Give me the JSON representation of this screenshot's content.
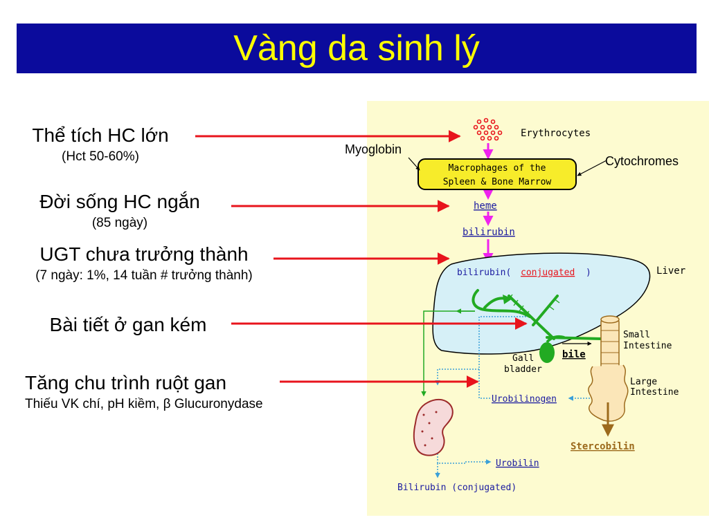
{
  "title": "Vàng da sinh lý",
  "causes": [
    {
      "main": "Thể tích HC lớn",
      "sub": "(Hct 50-60%)"
    },
    {
      "main": "Đời sống HC ngắn",
      "sub": "(85 ngày)"
    },
    {
      "main": "UGT chưa trưởng thành",
      "sub": "(7 ngày: 1%, 14 tuần # trưởng thành)"
    },
    {
      "main": "Bài tiết ở gan kém",
      "sub": ""
    },
    {
      "main": "Tăng chu trình ruột gan",
      "sub": "Thiếu VK chí, pH kiềm, β Glucuronydase"
    }
  ],
  "callouts": {
    "myoglobin": "Myoglobin",
    "cytochromes": "Cytochromes"
  },
  "diagram": {
    "erythrocytes": "Erythrocytes",
    "macrophages_line1": "Macrophages of the",
    "macrophages_line2": "Spleen & Bone Marrow",
    "heme": "heme",
    "bilirubin": "bilirubin",
    "bilirubin_conj_a": "bilirubin(",
    "bilirubin_conj_b": "conjugated",
    "bilirubin_conj_c": ")",
    "liver": "Liver",
    "small_intestine_1": "Small",
    "small_intestine_2": "Intestine",
    "large_intestine_1": "Large",
    "large_intestine_2": "Intestine",
    "gall_1": "Gall",
    "gall_2": "bladder",
    "bile": "bile",
    "urobilinogen": "Urobilinogen",
    "stercobilin": "Stercobilin",
    "urobilin": "Urobilin",
    "bilirubin_urine": "Bilirubin (conjugated)"
  },
  "colors": {
    "title_bg": "#0b0b9c",
    "title_text": "#ffff00",
    "red_arrow": "#e8141c",
    "diagram_bg": "#fdfbd0",
    "liver": "#d6f0f7",
    "magenta": "#ee22ee",
    "green": "#22aa22",
    "link_blue": "#1a1aa0",
    "brown": "#9c6a1c"
  }
}
